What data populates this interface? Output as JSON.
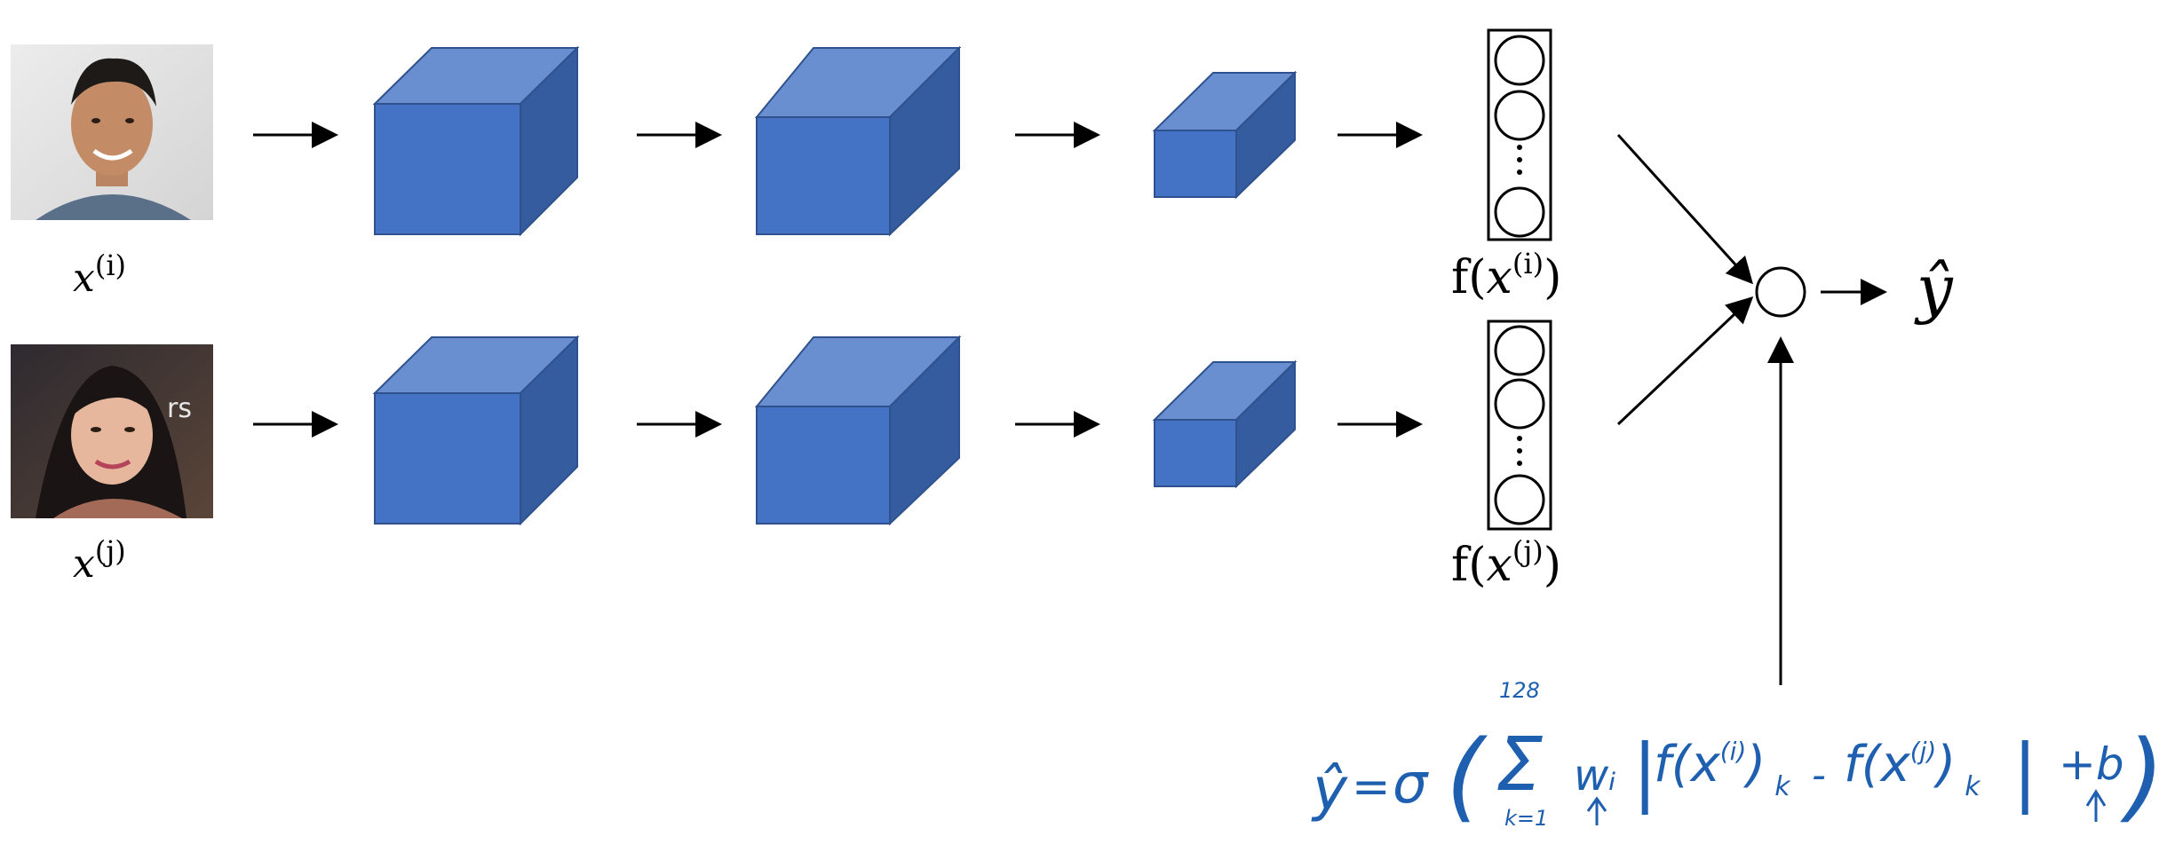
{
  "inputs": [
    {
      "name": "x",
      "superscript": "(i)",
      "photo_icon": "face-photo-man",
      "feature_label": {
        "fn": "f(",
        "var": "x",
        "sup": "(i)",
        "close": ")"
      }
    },
    {
      "name": "x",
      "superscript": "(j)",
      "photo_icon": "face-photo-woman",
      "feature_label": {
        "fn": "f(",
        "var": "x",
        "sup": "(j)",
        "close": ")"
      }
    }
  ],
  "output": {
    "symbol": "ŷ"
  },
  "formula": {
    "lhs": "ŷ",
    "eq": "=",
    "sigma": "σ",
    "open": "(",
    "sum_top": "128",
    "sum_symbol": "Σ",
    "sum_bottom": "k=1",
    "weight": "wᵢ",
    "bar_open": "|",
    "term1_f": "f(x",
    "term1_sup": "(i)",
    "term1_close": ")",
    "term1_sub": "k",
    "minus": "-",
    "term2_f": "f(x",
    "term2_sup": "(j)",
    "term2_close": ")",
    "term2_sub": "k",
    "bar_close": "|",
    "bias": "+b",
    "close": ")"
  },
  "colors": {
    "cube_front": "#4472C4",
    "cube_top": "#6A8FD0",
    "cube_side": "#345C9E",
    "cube_stroke": "#2F528F",
    "handwriting": "#1F5FB0"
  }
}
